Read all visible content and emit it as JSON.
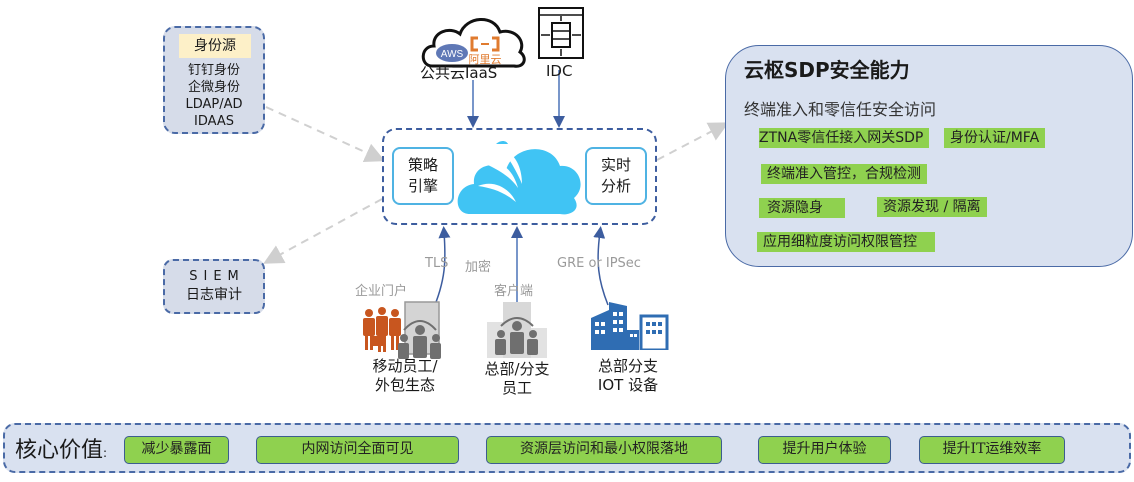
{
  "identity_source": {
    "header": "身份源",
    "items": [
      "钉钉身份",
      "企微身份",
      "LDAP/AD",
      "IDAAS"
    ]
  },
  "siem": {
    "line1": "SIEM",
    "line2": "日志审计"
  },
  "public_cloud": {
    "label": "公共云IaaS",
    "aws_badge": "AWS",
    "aliyun_text": "阿里云"
  },
  "idc": {
    "label": "IDC"
  },
  "gateway": {
    "policy_engine": [
      "策略",
      "引擎"
    ],
    "realtime_analysis": [
      "实时",
      "分析"
    ]
  },
  "capabilities": {
    "title": "云枢SDP安全能力",
    "subtitle": "终端准入和零信任安全访问",
    "tags": [
      "ZTNA零信任接入网关SDP",
      "身份认证/MFA",
      "终端准入管控，合规检测",
      "资源隐身",
      "资源发现 / 隔离",
      "应用细粒度访问权限管控"
    ]
  },
  "connections": {
    "tls_label": "TLS",
    "encrypt_label": "加密",
    "gre_label": "GRE or IPSec",
    "portal_label": "企业门户",
    "client_label": "客户端"
  },
  "endpoints": [
    {
      "lines": [
        "移动员工/",
        "外包生态"
      ]
    },
    {
      "lines": [
        "总部/分支",
        "员工"
      ]
    },
    {
      "lines": [
        "总部分支",
        "IOT 设备"
      ]
    }
  ],
  "core_values": {
    "title": "核心价值",
    "colon": ":",
    "items": [
      "减少暴露面",
      "内网访问全面可见",
      "资源层访问和最小权限落地",
      "提升用户体验",
      "提升IT运维效率"
    ]
  },
  "colors": {
    "accent_green": "#8fd14f",
    "panel_blue": "#d9e1f0",
    "border_blue": "#4a6aa6",
    "cloud_cyan": "#40c4f4",
    "orange": "#c8561f",
    "building_blue": "#2f6db3"
  }
}
